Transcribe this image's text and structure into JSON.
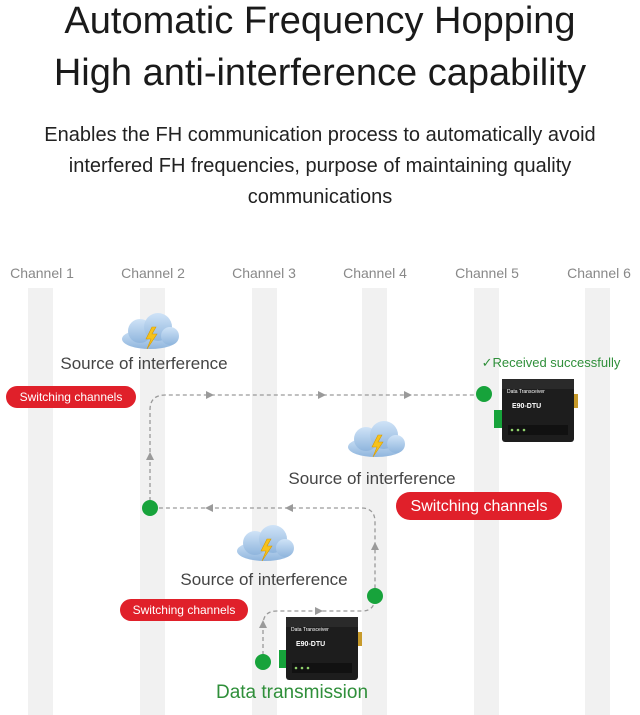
{
  "header": {
    "title_line1": "Automatic Frequency Hopping",
    "title_line2": "High anti-interference capability",
    "subtitle": "Enables the FH communication process to automatically avoid interfered FH frequencies, purpose of maintaining quality communications"
  },
  "channels": [
    "Channel 1",
    "Channel 2",
    "Channel 3",
    "Channel 4",
    "Channel 5",
    "Channel 6"
  ],
  "interference_label": "Source of interference",
  "switching_label": "Switching channels",
  "received_label": "✓Received successfully",
  "transmission_label": "Data transmission",
  "device": {
    "caption": "Data Transceiver",
    "logo": "E90-DTU"
  },
  "colors": {
    "pill_red": "#e0202a",
    "node_green": "#17a33b",
    "success_green": "#2f8f3a",
    "stripe_gray": "#f1f1f1",
    "path_gray": "#9a9a9a"
  }
}
